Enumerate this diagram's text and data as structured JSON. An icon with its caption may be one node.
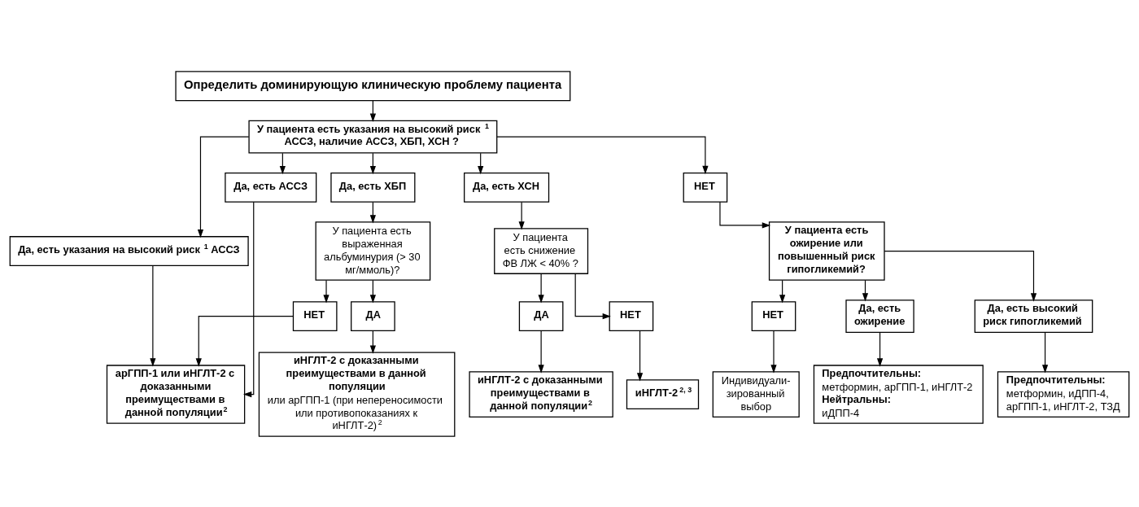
{
  "diagram": {
    "nodes": [
      {
        "text": [
          "Определить доминирующую клиническую проблему пациента"
        ]
      },
      {
        "text": [
          "У пациента есть указания на высокий риск$^{1}$ АССЗ, наличие АССЗ, ХБП, ХСН ?"
        ]
      },
      {
        "text": [
          "Да, есть указания на высокий риск$^{1}$ АССЗ"
        ]
      },
      {
        "text": [
          "НЕТ"
        ]
      },
      {
        "text": [
          "Да, есть АССЗ"
        ]
      },
      {
        "text": [
          "Да, есть ХБП"
        ]
      },
      {
        "text": [
          "Да, есть ХСН"
        ]
      },
      {
        "text": [
          "У пациента есть ожирение или повышенный риск гипогликемий?"
        ]
      },
      {
        "text": [
          "НЕТ"
        ]
      },
      {
        "text": [
          "У пациента есть выраженная альбуминурия (> 30 мг/ммоль)?"
        ]
      },
      {
        "text": [
          "У пациента есть снижение ФВ ЛЖ < 40% ?"
        ]
      },
      {
        "text": [
          "НЕТ"
        ]
      },
      {
        "text": [
          "ДА"
        ]
      },
      {
        "text": [
          "ДА"
        ]
      },
      {
        "text": [
          "НЕТ"
        ]
      },
      {
        "text": [
          "Да, есть ожирение"
        ]
      },
      {
        "text": [
          "Да, есть высокий риск гипогликемий"
        ]
      },
      {
        "text": [
          "арГПП-1 или иНГЛТ-2 с доказанными преимуществами в данной популяции$^{2}$"
        ]
      },
      {
        "text": [
          "иНГЛТ-2 с доказанными преимуществами в данной популяции",
          "или арГПП-1 (при непереносимости или противопоказаниях к иНГЛТ-2)$^{2}$"
        ]
      },
      {
        "text": [
          "иНГЛТ-2 с доказанными преимуществами в данной популяции$^{2}$"
        ]
      },
      {
        "text": [
          "иНГЛТ-2$^{2, 3}$"
        ]
      },
      {
        "text": [
          "Предпочтительны:",
          "метформин, арГПП-1, иНГЛТ-2",
          "Нейтральны:",
          "иДПП-4"
        ]
      },
      {
        "text": [
          "Предпочтительны:",
          "метформин, иДПП-4, арГПП-1, иНГЛТ-2, ТЗД"
        ]
      },
      {
        "text": [
          "Индивидуали- зированный выбор"
        ]
      }
    ],
    "edges": [
      {
        "from": 0,
        "to": 1,
        "arrow": "to"
      },
      {
        "from": 1,
        "to": 2,
        "arrow": "to"
      },
      {
        "from": 1,
        "to": 4,
        "arrow": "to"
      },
      {
        "from": 1,
        "to": 5,
        "arrow": "to"
      },
      {
        "from": 1,
        "to": 6,
        "arrow": "to"
      },
      {
        "from": 1,
        "to": 3,
        "arrow": "to"
      },
      {
        "from": 3,
        "to": 7,
        "arrow": "to"
      },
      {
        "from": 7,
        "to": 15,
        "arrow": "to"
      },
      {
        "from": 7,
        "to": 16,
        "arrow": "to"
      },
      {
        "from": 7,
        "to": 8,
        "arrow": "to"
      },
      {
        "from": 8,
        "to": 23,
        "arrow": "to"
      },
      {
        "from": 2,
        "to": 17,
        "arrow": "to"
      },
      {
        "from": 4,
        "to": 17,
        "arrow": "to"
      },
      {
        "from": 5,
        "to": 9,
        "arrow": "to"
      },
      {
        "from": 9,
        "to": 11,
        "arrow": "to"
      },
      {
        "from": 9,
        "to": 12,
        "arrow": "to"
      },
      {
        "from": 11,
        "to": 17,
        "arrow": "to"
      },
      {
        "from": 12,
        "to": 18,
        "arrow": "to"
      },
      {
        "from": 6,
        "to": 10,
        "arrow": "to"
      },
      {
        "from": 10,
        "to": 13,
        "arrow": "to"
      },
      {
        "from": 10,
        "to": 14,
        "arrow": "to"
      },
      {
        "from": 13,
        "to": 19,
        "arrow": "to"
      },
      {
        "from": 14,
        "to": 20,
        "arrow": "to"
      },
      {
        "from": 15,
        "to": 21,
        "arrow": "to"
      },
      {
        "from": 16,
        "to": 22,
        "arrow": "to"
      }
    ]
  }
}
